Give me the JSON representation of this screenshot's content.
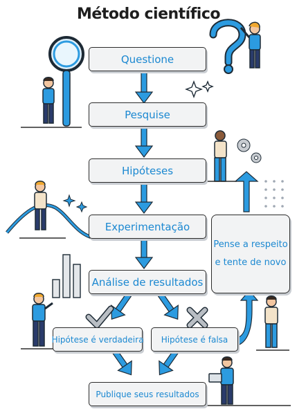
{
  "title": "Método científico",
  "steps": {
    "question": "Questione",
    "research": "Pesquise",
    "hypotheses": "Hipóteses",
    "experiment": "Experimentação",
    "analysis": "Análise de resultados",
    "true_hypothesis": "Hipótese é verdadeira",
    "false_hypothesis": "Hipótese é falsa",
    "publish": "Publique seus resultados"
  },
  "rethink": {
    "line1": "Pense a respeito",
    "line2": "e tente de novo"
  },
  "colors": {
    "accent_blue": "#1b88d1",
    "arrow_blue": "#2c9be0",
    "box_fill": "#f2f3f4",
    "outline": "#2b2b2b"
  }
}
